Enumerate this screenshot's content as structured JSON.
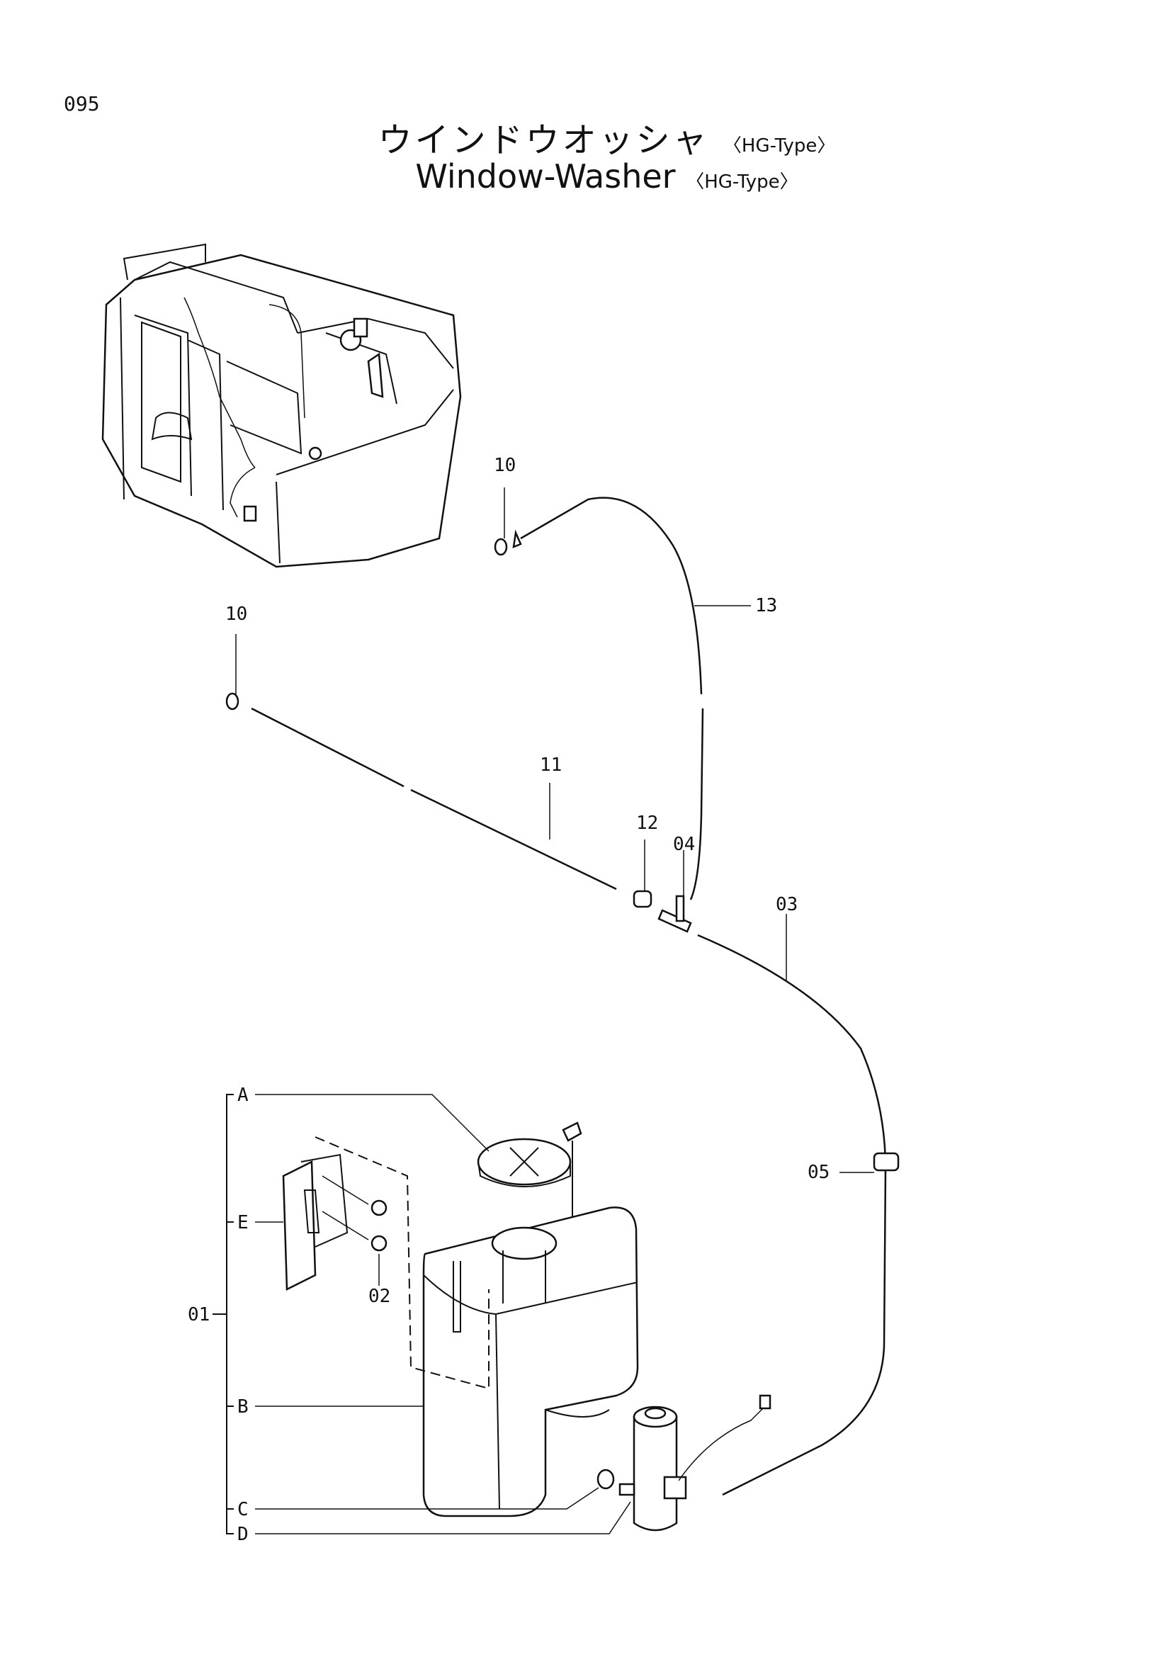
{
  "page": {
    "number": "095"
  },
  "title": {
    "jp": "ウインドウオッシャ",
    "en": "Window-Washer",
    "variant": "〈HG-Type〉"
  },
  "callouts": {
    "c01": "01",
    "c02": "02",
    "c03": "03",
    "c04": "04",
    "c05": "05",
    "c10a": "10",
    "c10b": "10",
    "c11": "11",
    "c12": "12",
    "c13": "13",
    "cA": "A",
    "cB": "B",
    "cC": "C",
    "cD": "D",
    "cE": "E"
  }
}
